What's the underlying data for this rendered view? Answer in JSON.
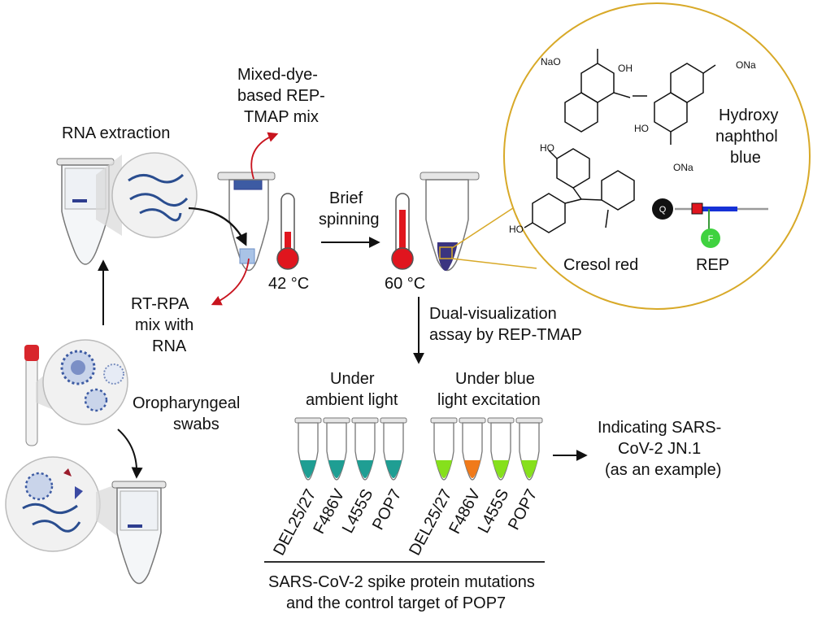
{
  "labels": {
    "rna_extraction": "RNA extraction",
    "mix_line1": "Mixed-dye-",
    "mix_line2": "based REP-",
    "mix_line3": "TMAP mix",
    "rtrpa_line1": "RT-RPA",
    "rtrpa_line2": "mix with",
    "rtrpa_line3": "RNA",
    "temp1": "42 °C",
    "brief_line1": "Brief",
    "brief_line2": "spinning",
    "temp2": "60 °C",
    "oro_line1": "Oropharyngeal",
    "oro_line2": "swabs",
    "dual_line1": "Dual-visualization",
    "dual_line2": "assay by REP-TMAP",
    "ambient_line1": "Under",
    "ambient_line2": "ambient light",
    "blue_line1": "Under blue",
    "blue_line2": "light excitation",
    "indicating_line1": "Indicating SARS-",
    "indicating_line2": "CoV-2 JN.1",
    "indicating_line3": "(as an example)",
    "bottom_line1": "SARS-CoV-2 spike protein mutations",
    "bottom_line2": "and the control target of POP7"
  },
  "inset": {
    "hnb_line1": "Hydroxy",
    "hnb_line2": "naphthol",
    "hnb_line3": "blue",
    "cresol": "Cresol red",
    "rep": "REP",
    "quencher": "Q",
    "fluor": "F",
    "hnb_naO3S_left": "NaO",
    "hnb_oh_top": "OH",
    "hnb_ona_right": "ONa",
    "hnb_ho": "HO",
    "hnb_ona_bottom": "ONa",
    "cr_ho_top": "HO",
    "cr_ho_bottom": "HO"
  },
  "tube_groups": [
    {
      "name": "ambient",
      "labels": [
        "DEL25/27",
        "F486V",
        "L455S",
        "POP7"
      ],
      "colors": [
        "#1f9e93",
        "#1f9e93",
        "#1f9e93",
        "#1f9e93"
      ]
    },
    {
      "name": "blue-light",
      "labels": [
        "DEL25/27",
        "F486V",
        "L455S",
        "POP7"
      ],
      "colors": [
        "#86e01c",
        "#f07a1a",
        "#86e01c",
        "#86e01c"
      ]
    }
  ],
  "colors": {
    "accent_ring": "#d8a928",
    "arrow_red": "#c8141e",
    "thermo_red": "#e0151e",
    "dye_purple": "#3b3480",
    "band_blue": "#2d3d8f",
    "rep_blue": "#1631d6",
    "quencher_red": "#e0151e",
    "fluor_green": "#3fd23f"
  }
}
